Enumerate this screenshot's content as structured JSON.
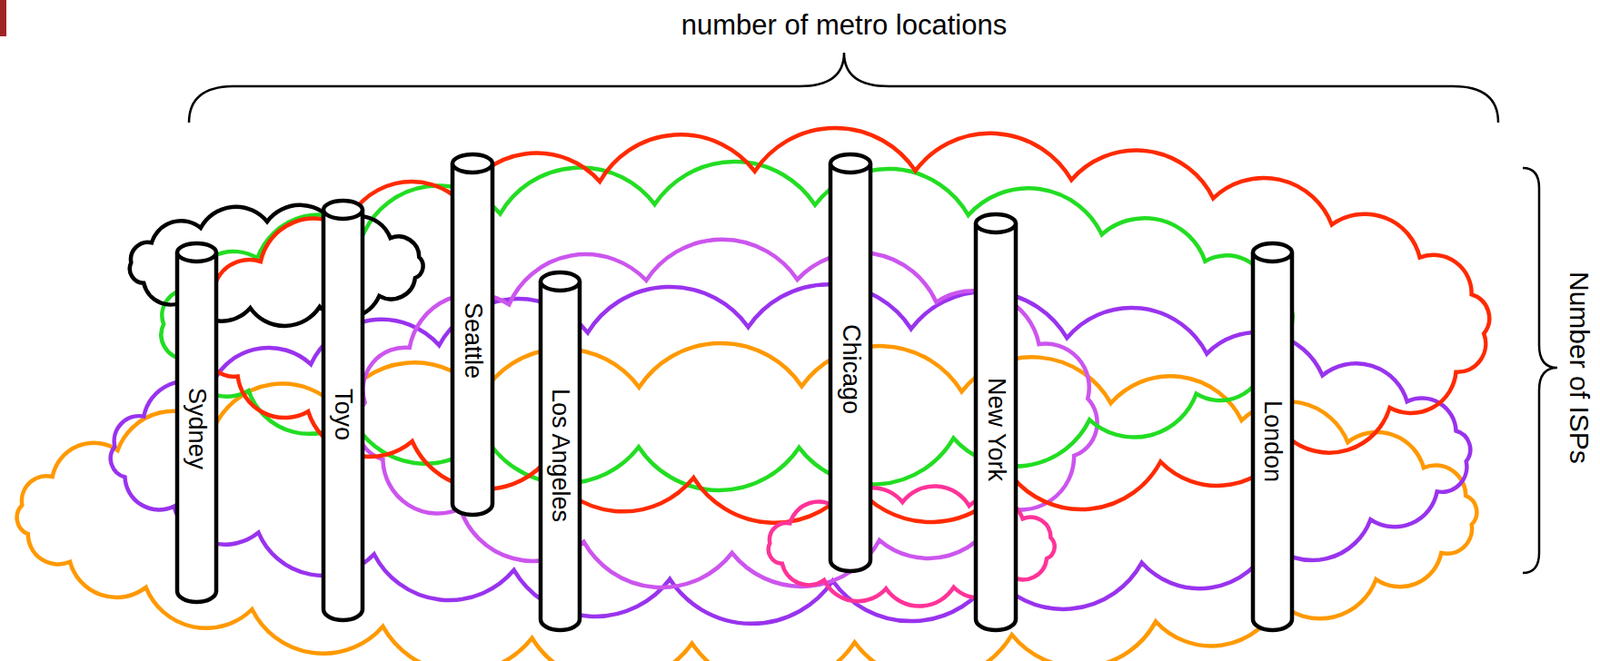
{
  "diagram": {
    "nodes": [
      {
        "text": [
          "Sydney"
        ]
      },
      {
        "text": [
          "Toyo"
        ]
      },
      {
        "text": [
          "Seattle"
        ]
      },
      {
        "text": [
          "Los Angeles"
        ]
      },
      {
        "text": [
          "Chicago"
        ]
      },
      {
        "text": [
          "New York"
        ]
      },
      {
        "text": [
          "London"
        ]
      }
    ],
    "labels": [
      "number of metro locations",
      "Number of ISPs"
    ]
  }
}
